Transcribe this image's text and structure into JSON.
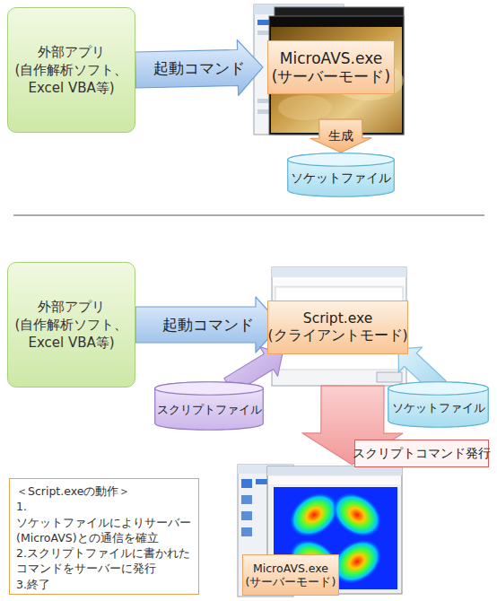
{
  "diagram": {
    "nodes": [
      {
        "text": [
          "外部アプリ (自作解析ソフト、 Excel VBA等)"
        ]
      },
      {
        "text": [
          "MicroAVS.exe (サーバーモード)"
        ]
      },
      {
        "text": [
          "ソケットファイル"
        ]
      },
      {
        "text": [
          "外部アプリ (自作解析ソフト、 Excel VBA等)"
        ]
      },
      {
        "text": [
          "Script.exe (クライアントモード)"
        ]
      },
      {
        "text": [
          "スクリプトファイル"
        ]
      },
      {
        "text": [
          "ソケットファイル"
        ]
      },
      {
        "text": [
          "MicroAVS.exe (サーバーモード)"
        ]
      },
      {
        "text": [
          "＜Script.exeの動作＞",
          "1.ソケットファイルによりサーバー (MicroAVS)との通信を確立",
          "2.スクリプトファイルに書かれた コマンドをサーバーに発行",
          "3.終了"
        ]
      }
    ],
    "edges": [
      {
        "from": 0,
        "to": 1,
        "arrow": "to",
        "label": "起動コマンド"
      },
      {
        "from": 1,
        "to": 2,
        "arrow": "to",
        "label": "生成"
      },
      {
        "from": 3,
        "to": 4,
        "arrow": "to",
        "label": "起動コマンド"
      },
      {
        "from": 5,
        "to": 4,
        "arrow": "to"
      },
      {
        "from": 6,
        "to": 4,
        "arrow": "to"
      },
      {
        "from": 4,
        "to": 7,
        "arrow": "to",
        "label": "スクリプトコマンド発行"
      }
    ]
  }
}
